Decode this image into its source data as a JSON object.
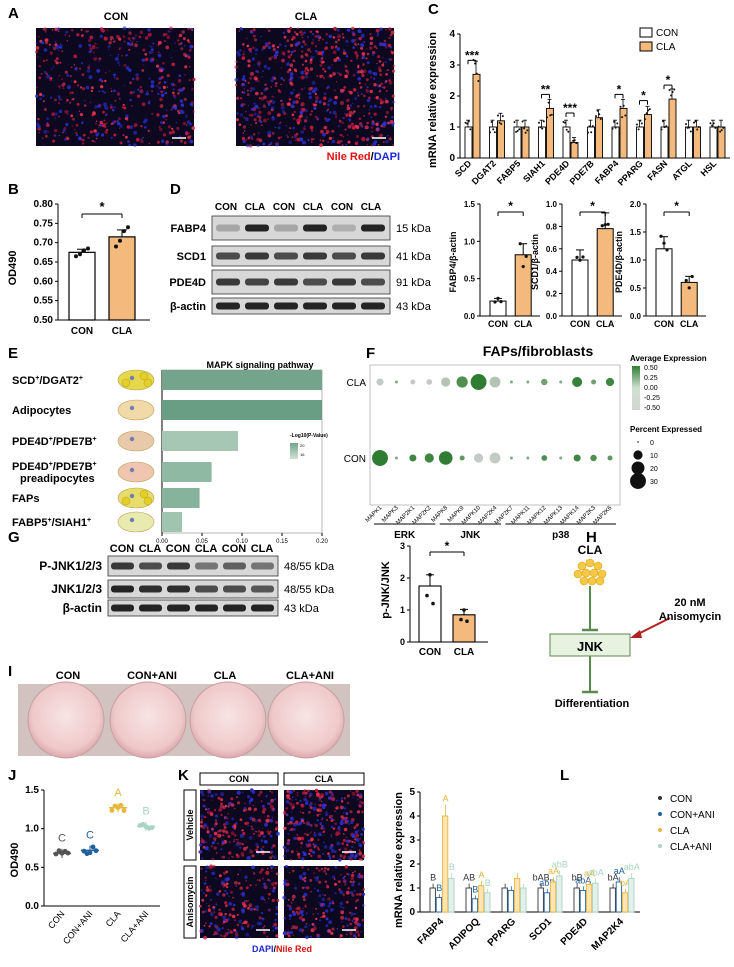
{
  "panels": {
    "A": "A",
    "B": "B",
    "C": "C",
    "D": "D",
    "E": "E",
    "F": "F",
    "G": "G",
    "H": "H",
    "I": "I",
    "J": "J",
    "K": "K",
    "L": "L"
  },
  "panelA": {
    "labels": [
      "CON",
      "CLA"
    ],
    "stain_red": "Nile Red",
    "stain_sep": "/",
    "stain_blue": "DAPI"
  },
  "panelB": {
    "chart_data": {
      "type": "bar",
      "categories": [
        "CON",
        "CLA"
      ],
      "values": [
        0.675,
        0.715
      ],
      "errors": [
        0.008,
        0.018
      ],
      "points": [
        [
          0.665,
          0.67,
          0.68,
          0.685
        ],
        [
          0.69,
          0.705,
          0.73,
          0.74
        ]
      ],
      "ylabel": "OD490",
      "ylim": [
        0.5,
        0.8
      ],
      "yticks": [
        "0.50",
        "0.55",
        "0.60",
        "0.65",
        "0.70",
        "0.75",
        "0.80"
      ],
      "sig": "*"
    }
  },
  "panelC": {
    "chart_data": {
      "type": "bar",
      "ylabel": "mRNA relative expression",
      "ylim": [
        0,
        4
      ],
      "yticks": [
        "0",
        "1",
        "2",
        "3",
        "4"
      ],
      "categories": [
        "SCD",
        "DGAT2",
        "FABP5",
        "SIAH1",
        "PDE4D",
        "PDE7B",
        "FABP4",
        "PPARG",
        "FASN",
        "ATGL",
        "HSL"
      ],
      "series": [
        {
          "name": "CON",
          "values": [
            1.0,
            1.0,
            1.0,
            1.0,
            1.0,
            1.0,
            1.0,
            1.0,
            1.0,
            1.0,
            1.0
          ]
        },
        {
          "name": "CLA",
          "values": [
            2.7,
            1.2,
            1.0,
            1.6,
            0.5,
            1.3,
            1.6,
            1.4,
            1.9,
            1.0,
            1.0
          ]
        }
      ],
      "significance": [
        {
          "category": "SCD",
          "label": "***"
        },
        {
          "category": "SIAH1",
          "label": "**"
        },
        {
          "category": "PDE4D",
          "label": "***"
        },
        {
          "category": "FABP4",
          "label": "*"
        },
        {
          "category": "PPARG",
          "label": "*"
        },
        {
          "category": "FASN",
          "label": "*"
        }
      ],
      "legend": [
        "CON",
        "CLA"
      ]
    }
  },
  "panelD": {
    "lanes": [
      "CON",
      "CLA",
      "CON",
      "CLA",
      "CON",
      "CLA"
    ],
    "bands": [
      {
        "name": "FABP4",
        "kda": "15 kDa"
      },
      {
        "name": "SCD1",
        "kda": "41 kDa"
      },
      {
        "name": "PDE4D",
        "kda": "91 kDa"
      },
      {
        "name": "β-actin",
        "kda": "43 kDa"
      }
    ],
    "charts": [
      {
        "type": "bar",
        "ylabel": "FABP4/β-actin",
        "categories": [
          "CON",
          "CLA"
        ],
        "values": [
          0.2,
          0.82
        ],
        "ylim": [
          0,
          1.5
        ],
        "yticks": [
          "0.0",
          "0.5",
          "1.0",
          "1.5"
        ],
        "sig": "*"
      },
      {
        "type": "bar",
        "ylabel": "SCD1/β-actin",
        "categories": [
          "CON",
          "CLA"
        ],
        "values": [
          0.5,
          0.78
        ],
        "ylim": [
          0,
          1.0
        ],
        "yticks": [
          "0.0",
          "0.2",
          "0.4",
          "0.6",
          "0.8",
          "1.0"
        ],
        "sig": "*"
      },
      {
        "type": "bar",
        "ylabel": "PDE4D/β-actin",
        "categories": [
          "CON",
          "CLA"
        ],
        "values": [
          1.2,
          0.6
        ],
        "ylim": [
          0,
          2.0
        ],
        "yticks": [
          "0.0",
          "0.5",
          "1.0",
          "1.5",
          "2.0"
        ],
        "sig": "*"
      }
    ]
  },
  "panelE": {
    "title": "MAPK signaling pathway",
    "cells": [
      {
        "pre": "SCD",
        "sup1": "+",
        "mid": "/DGAT2",
        "sup2": "+"
      },
      {
        "pre": "Adipocytes"
      },
      {
        "pre": "PDE4D",
        "sup1": "+",
        "mid": "/PDE7B",
        "sup2": "+"
      },
      {
        "pre": "PDE4D",
        "sup1": "+",
        "mid": "/PDE7B",
        "sup2": "+",
        "line2": "preadipocytes"
      },
      {
        "pre": "FAPs"
      },
      {
        "pre": "FABP5",
        "sup1": "+",
        "mid": "/SIAH1",
        "sup2": "+"
      }
    ],
    "chart_data": {
      "type": "bar",
      "orientation": "horizontal",
      "values": [
        0.2,
        0.2,
        0.095,
        0.062,
        0.047,
        0.025
      ],
      "xlim": [
        0,
        0.2
      ],
      "xticks": [
        "0.00",
        "0.05",
        "0.10",
        "0.15",
        "0.20"
      ],
      "colors": [
        "#74a48c",
        "#6a9e84",
        "#a5c7b3",
        "#90b9a3",
        "#86b39b",
        "#9fc4b0"
      ]
    },
    "legend": {
      "title": "-Log10(P-Value)",
      "ticks": [
        "20",
        "16"
      ]
    }
  },
  "panelF": {
    "title": "FAPs/fibroblasts",
    "rows": [
      "CLA",
      "CON"
    ],
    "genes": [
      "MAPK1",
      "MAPK3",
      "MAP2K1",
      "MAP2K2",
      "MAPK8",
      "MAPK9",
      "MAPK10",
      "MAP2K4",
      "MAP2K7",
      "MAPK11",
      "MAPK12",
      "MAPK13",
      "MAPK14",
      "MAP2K3",
      "MAP2K6"
    ],
    "groups": [
      {
        "name": "ERK",
        "span": [
          0,
          3
        ]
      },
      {
        "name": "JNK",
        "span": [
          4,
          7
        ]
      },
      {
        "name": "p38",
        "span": [
          8,
          14
        ]
      }
    ],
    "chart_data": {
      "type": "dotplot",
      "CLA": {
        "pct": [
          6,
          1,
          3,
          4,
          10,
          15,
          30,
          14,
          1,
          1,
          5,
          1,
          12,
          3,
          8
        ],
        "expr": [
          -0.4,
          0,
          -0.4,
          -0.4,
          -0.3,
          0.3,
          0.5,
          -0.3,
          0,
          0,
          0.1,
          0,
          0.45,
          0.1,
          0.4
        ]
      },
      "CON": {
        "pct": [
          30,
          1,
          6,
          10,
          22,
          3,
          10,
          14,
          1,
          1,
          4,
          1,
          6,
          5,
          3
        ],
        "expr": [
          0.5,
          0,
          0.4,
          0.4,
          0.5,
          0.2,
          -0.4,
          -0.4,
          0,
          0,
          0.3,
          0,
          0.4,
          0.3,
          0.2
        ]
      }
    },
    "legend": {
      "expr_title": "Average Expression",
      "expr_ticks": [
        "0.50",
        "0.25",
        "0.00",
        "-0.25",
        "-0.50"
      ],
      "pct_title": "Percent Expressed",
      "pct_ticks": [
        "0",
        "10",
        "20",
        "30"
      ]
    }
  },
  "panelG": {
    "lanes": [
      "CON",
      "CLA",
      "CON",
      "CLA",
      "CON",
      "CLA"
    ],
    "bands": [
      {
        "name": "P-JNK1/2/3",
        "kda": "48/55 kDa"
      },
      {
        "name": "JNK1/2/3",
        "kda": "48/55 kDa"
      },
      {
        "name": "β-actin",
        "kda": "43 kDa"
      }
    ],
    "chart_data": {
      "type": "bar",
      "ylabel": "p-JNK/JNK",
      "categories": [
        "CON",
        "CLA"
      ],
      "values": [
        1.75,
        0.85
      ],
      "ylim": [
        0,
        3
      ],
      "yticks": [
        "0",
        "1",
        "2",
        "3"
      ],
      "sig": "*"
    }
  },
  "panelH": {
    "top": "CLA",
    "mid": "JNK",
    "bottom": "Differentiation",
    "drug_line1": "20 nM",
    "drug_line2": "Anisomycin"
  },
  "panelI": {
    "labels": [
      "CON",
      "CON+ANI",
      "CLA",
      "CLA+ANI"
    ]
  },
  "panelJ": {
    "chart_data": {
      "type": "scatter",
      "ylabel": "OD490",
      "categories": [
        "CON",
        "CON+ANI",
        "CLA",
        "CLA+ANI"
      ],
      "values": [
        0.68,
        0.72,
        1.27,
        1.03
      ],
      "letters": [
        "C",
        "C",
        "A",
        "B"
      ],
      "ylim": [
        0,
        1.5
      ],
      "yticks": [
        "0.0",
        "0.5",
        "1.0",
        "1.5"
      ],
      "colors": [
        "#555555",
        "#1f5f9e",
        "#e8b63c",
        "#a8d5c2"
      ]
    }
  },
  "panelK": {
    "cols": [
      "CON",
      "CLA"
    ],
    "rows": [
      "Vehicle",
      "Anisomycin"
    ],
    "stain_blue": "DAPI",
    "stain_sep": "/",
    "stain_red": "Nile Red"
  },
  "panelL": {
    "chart_data": {
      "type": "bar",
      "ylabel": "mRNA relative expression",
      "ylim": [
        0,
        5
      ],
      "yticks": [
        "0",
        "1",
        "2",
        "3",
        "4",
        "5"
      ],
      "categories": [
        "FABP4",
        "ADIPOQ",
        "PPARG",
        "SCD1",
        "PDE4D",
        "MAP2K4"
      ],
      "series": [
        {
          "name": "CON",
          "values": [
            1.0,
            1.0,
            1.0,
            1.0,
            1.0,
            1.0
          ]
        },
        {
          "name": "CON+ANI",
          "values": [
            0.6,
            0.55,
            0.9,
            0.8,
            0.9,
            1.25
          ]
        },
        {
          "name": "CLA",
          "values": [
            4.0,
            1.1,
            1.4,
            1.25,
            1.15,
            0.8
          ]
        },
        {
          "name": "CLA+ANI",
          "values": [
            1.4,
            0.8,
            1.0,
            1.5,
            1.2,
            1.4
          ]
        }
      ],
      "letters": [
        [
          "B",
          "B",
          "A",
          "B"
        ],
        [
          "AB",
          "B",
          "A",
          "B"
        ],
        [
          "",
          "",
          "",
          ""
        ],
        [
          "bAB",
          "abB",
          "aA",
          "abB"
        ],
        [
          "bB",
          "abA",
          "aA",
          "abA"
        ],
        [
          "bA",
          "aA",
          "bA",
          "abA"
        ]
      ],
      "legend": [
        "CON",
        "CON+ANI",
        "CLA",
        "CLA+ANI"
      ],
      "colors": [
        "#333333",
        "#1f5f9e",
        "#e8b63c",
        "#a8d5c2"
      ]
    }
  },
  "colors": {
    "con_bar": "#ffffff",
    "cla_bar": "#f4b97c",
    "dot_green": "#2f7d32",
    "ani_blue": "#1f5f9e",
    "yellow": "#e8b63c",
    "mint": "#a8d5c2",
    "arrow_red": "#b22222",
    "jnk_box": "#e7f2e1"
  }
}
